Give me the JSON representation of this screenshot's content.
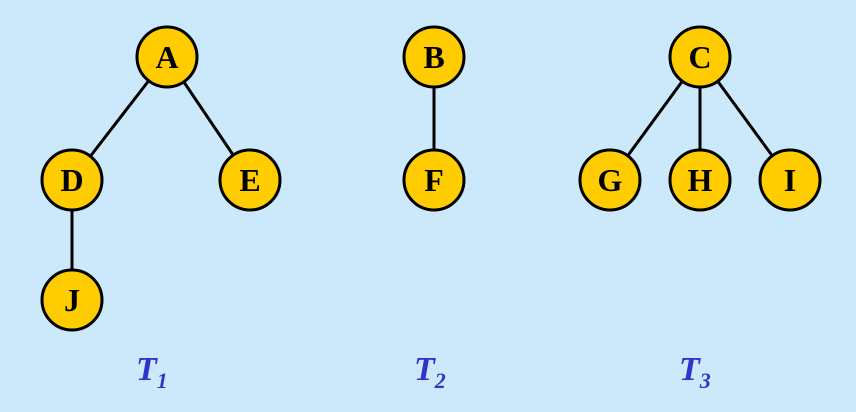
{
  "colors": {
    "background": "#CCE8FB",
    "node_fill": "#FFCC00",
    "node_stroke": "#000000",
    "edge": "#000000",
    "tree_label": "#3333CC"
  },
  "trees": [
    {
      "label": "T",
      "subscript": "1",
      "nodes": [
        "A",
        "D",
        "E",
        "J"
      ],
      "edges": [
        [
          "A",
          "D"
        ],
        [
          "A",
          "E"
        ],
        [
          "D",
          "J"
        ]
      ]
    },
    {
      "label": "T",
      "subscript": "2",
      "nodes": [
        "B",
        "F"
      ],
      "edges": [
        [
          "B",
          "F"
        ]
      ]
    },
    {
      "label": "T",
      "subscript": "3",
      "nodes": [
        "C",
        "G",
        "H",
        "I"
      ],
      "edges": [
        [
          "C",
          "G"
        ],
        [
          "C",
          "H"
        ],
        [
          "C",
          "I"
        ]
      ]
    }
  ]
}
